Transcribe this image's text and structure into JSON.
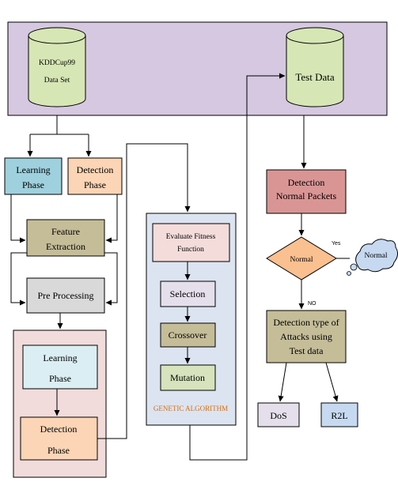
{
  "nodes": {
    "kddcup": [
      "KDDCup99",
      "Data Set"
    ],
    "test_data": [
      "Test Data"
    ],
    "learning_phase_top": [
      "Learning",
      "Phase"
    ],
    "detection_phase_top": [
      "Detection",
      "Phase"
    ],
    "feature_extraction": [
      "Feature",
      "Extraction"
    ],
    "pre_processing": [
      "Pre Processing"
    ],
    "learning_phase_inner": [
      "Learning",
      "Phase"
    ],
    "detection_phase_inner": [
      "Detection",
      "Phase"
    ],
    "evaluate_fitness": [
      "Evaluate Fitness",
      "Function"
    ],
    "selection": [
      "Selection"
    ],
    "crossover": [
      "Crossover"
    ],
    "mutation": [
      "Mutation"
    ],
    "genetic_algorithm": "GENETIC ALGORITHM",
    "detection_normal": [
      "Detection",
      "Normal Packets"
    ],
    "normal_decision": "Normal",
    "normal_cloud": "Normal",
    "yes_label": "Yes",
    "no_label": "NO",
    "detection_type": [
      "Detection type of",
      "Attacks using",
      "Test data"
    ],
    "dos": "DoS",
    "r2l": "R2L"
  },
  "colors": {
    "top_panel": "#d5c8e0",
    "cylinder": "#d6e6b4",
    "learning_blue": "#9fd0dd",
    "detection_peach": "#fbd5b5",
    "olive": "#c5bd98",
    "gray": "#d9d9d9",
    "pink_panel": "#f1dcdb",
    "light_blue": "#dbeef3",
    "ga_panel": "#dbe4f0",
    "evaluate_pink": "#f4dcdb",
    "lavender": "#e5dfec",
    "green": "#d6e3bc",
    "red_box": "#d99594",
    "orange": "#fac090",
    "cloud": "#c6d9f1",
    "ga_text": "#e36c0a"
  }
}
